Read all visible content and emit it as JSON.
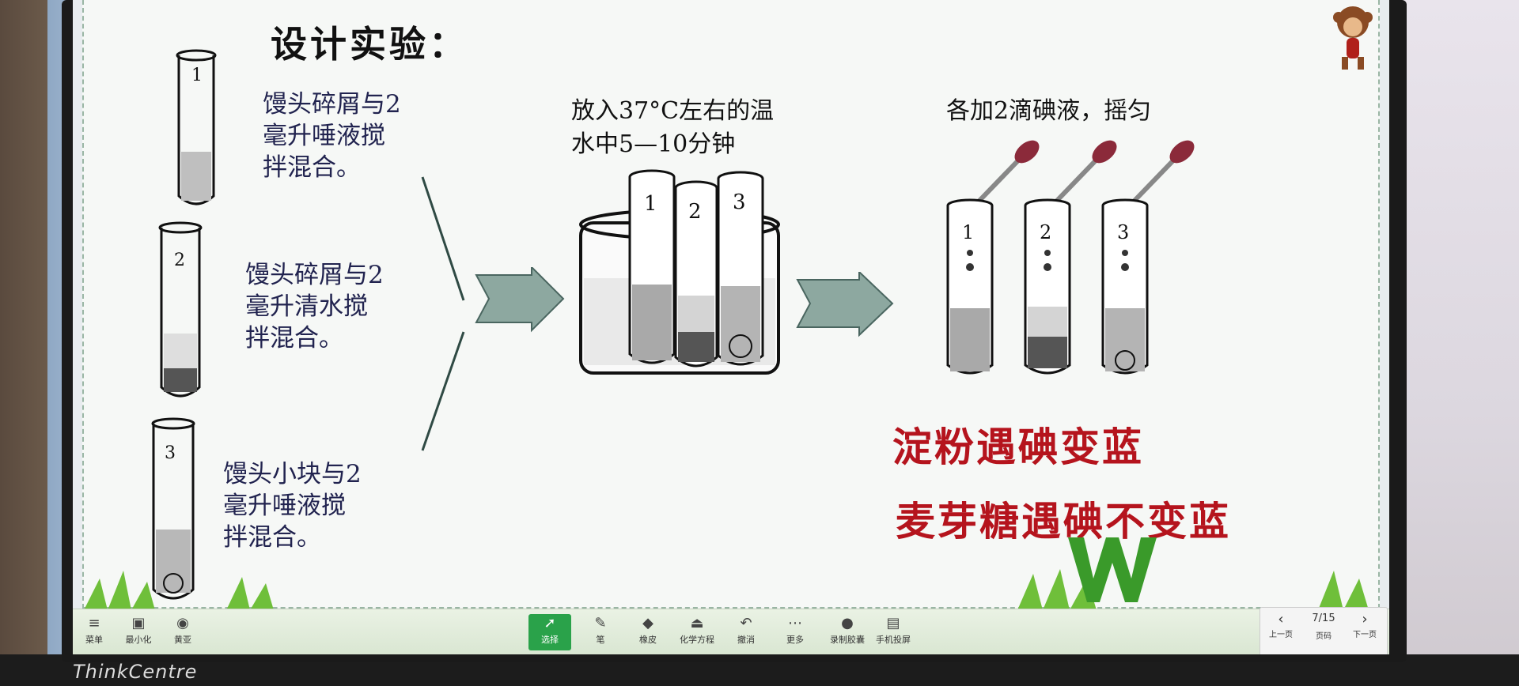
{
  "slide": {
    "title": "设计实验：",
    "tubes": [
      {
        "number": "1",
        "label_lines": [
          "馒头碎屑与2",
          "毫升唾液搅",
          "拌混合。"
        ]
      },
      {
        "number": "2",
        "label_lines": [
          "馒头碎屑与2",
          "毫升清水搅",
          "拌混合。"
        ]
      },
      {
        "number": "3",
        "label_lines": [
          "馒头小块与2",
          "毫升唾液搅",
          "拌混合。"
        ]
      }
    ],
    "step2_lines": [
      "放入37°C左右的温",
      "水中5—10分钟"
    ],
    "step3_caption": "各加2滴碘液，摇匀",
    "results": [
      "淀粉遇碘变蓝",
      "麦芽糖遇碘不变蓝"
    ]
  },
  "toolbar": {
    "left": [
      {
        "label": "菜单",
        "icon": "menu-icon"
      },
      {
        "label": "最小化",
        "icon": "minimize-icon"
      },
      {
        "label": "黄亚",
        "icon": "avatar-icon"
      }
    ],
    "center": [
      {
        "label": "选择",
        "icon": "cursor-icon",
        "active": true
      },
      {
        "label": "笔",
        "icon": "pen-icon"
      },
      {
        "label": "橡皮",
        "icon": "eraser-icon"
      },
      {
        "label": "化学方程",
        "icon": "formula-icon"
      },
      {
        "label": "撤消",
        "icon": "undo-icon"
      },
      {
        "label": "更多",
        "icon": "more-icon"
      },
      {
        "label": "录制胶囊",
        "icon": "record-icon"
      },
      {
        "label": "手机投屏",
        "icon": "cast-icon"
      }
    ],
    "pager": {
      "page": "7/15",
      "prev": "上一页",
      "page_label": "页码",
      "next": "下一页"
    }
  },
  "monitor_brand": "ThinkCentre",
  "colors": {
    "result_red": "#b5141d",
    "label_navy": "#21234f",
    "arrow_fill": "#8da8a0",
    "toolbar_active": "#2aa24a"
  }
}
